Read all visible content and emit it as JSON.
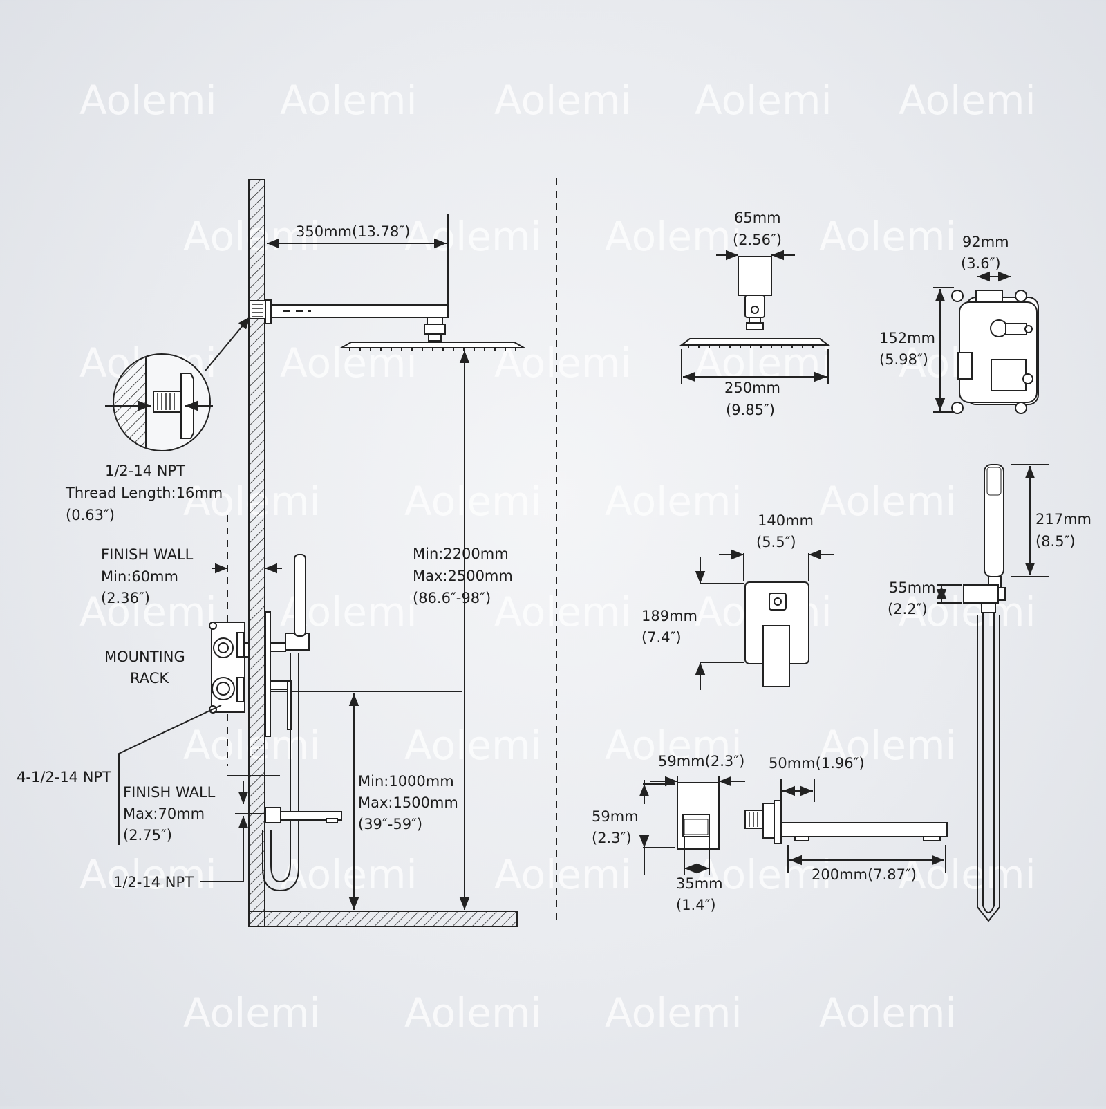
{
  "brand": {
    "watermark": "Aolemi"
  },
  "colors": {
    "background": "#e9ebef",
    "line": "#222222",
    "watermark": "#ffffff"
  },
  "labels": {
    "arm_length": "350mm(13.78″)",
    "npt_detail_1": "1/2-14 NPT",
    "npt_detail_2": "Thread Length:16mm",
    "npt_detail_3": "(0.63″)",
    "finish_wall_min_1": "FINISH WALL",
    "finish_wall_min_2": "Min:60mm",
    "finish_wall_min_3": "(2.36″)",
    "mounting_rack_1": "MOUNTING",
    "mounting_rack_2": "RACK",
    "npt_4": "4-1/2-14 NPT",
    "finish_wall_max_1": "FINISH WALL",
    "finish_wall_max_2": "Max:70mm",
    "finish_wall_max_3": "(2.75″)",
    "npt_bottom": "1/2-14 NPT",
    "head_height_1": "Min:2200mm",
    "head_height_2": "Max:2500mm",
    "head_height_3": "(86.6″-98″)",
    "valve_height_1": "Min:1000mm",
    "valve_height_2": "Max:1500mm",
    "valve_height_3": "(39″-59″)",
    "head_neck_1": "65mm",
    "head_neck_2": "(2.56″)",
    "head_width_1": "250mm",
    "head_width_2": "(9.85″)",
    "valve_w_1": "92mm",
    "valve_w_2": "(3.6″)",
    "valve_h_1": "152mm",
    "valve_h_2": "(5.98″)",
    "plate_w_1": "140mm",
    "plate_w_2": "(5.5″)",
    "plate_h_1": "189mm",
    "plate_h_2": "(7.4″)",
    "handheld_1": "217mm",
    "handheld_2": "(8.5″)",
    "holder_1": "55mm",
    "holder_2": "(2.2″)",
    "flange_w": "59mm(2.3″)",
    "flange_h_1": "59mm",
    "flange_h_2": "(2.3″)",
    "flange_slot_1": "35mm",
    "flange_slot_2": "(1.4″)",
    "spout_flange": "50mm(1.96″)",
    "spout_length": "200mm(7.87″)"
  }
}
